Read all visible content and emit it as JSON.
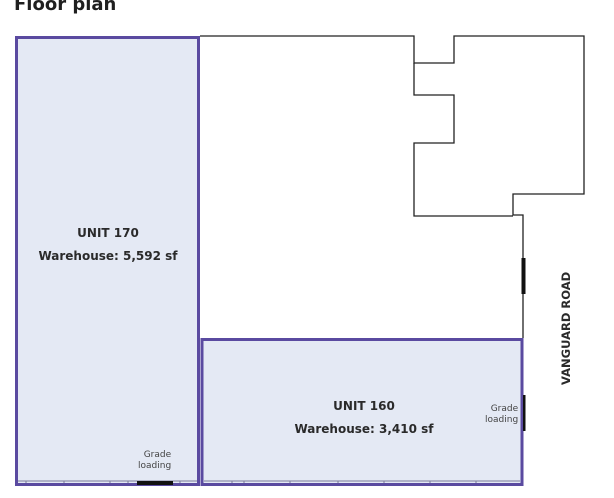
{
  "title": "Floor plan",
  "colors": {
    "unit_fill": "#e4e9f4",
    "unit_border": "#5a4aa0",
    "outline": "#222222",
    "door": "#111111"
  },
  "units": [
    {
      "name": "UNIT 170",
      "area": "Warehouse: 5,592 sf",
      "loading_label_line1": "Grade",
      "loading_label_line2": "loading"
    },
    {
      "name": "UNIT 160",
      "area": "Warehouse: 3,410 sf",
      "loading_label_line1": "Grade",
      "loading_label_line2": "loading"
    }
  ],
  "street": "VANGUARD ROAD"
}
